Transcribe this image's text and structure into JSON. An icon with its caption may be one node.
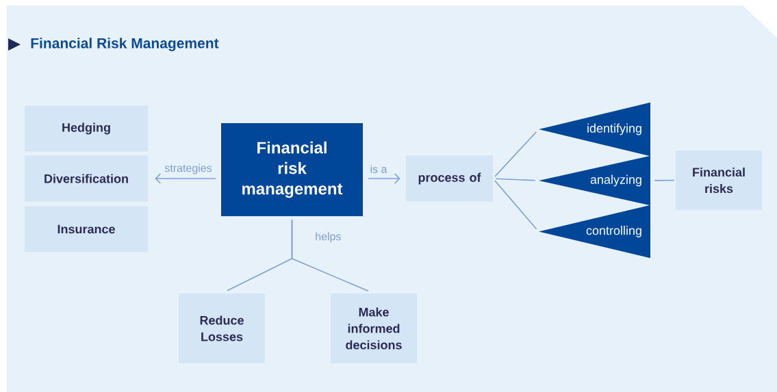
{
  "diagram": {
    "title": "Financial Risk Management",
    "nodes": [
      {
        "text": [
          "Hedging"
        ]
      },
      {
        "text": [
          "Diversification"
        ]
      },
      {
        "text": [
          "Insurance"
        ]
      },
      {
        "text": [
          "Financial risk management"
        ]
      },
      {
        "text": [
          "process of"
        ]
      },
      {
        "text": [
          "identifying"
        ]
      },
      {
        "text": [
          "analyzing"
        ]
      },
      {
        "text": [
          "controlling"
        ]
      },
      {
        "text": [
          "Financial risks"
        ]
      },
      {
        "text": [
          "Reduce Losses"
        ]
      },
      {
        "text": [
          "Make informed decisions"
        ]
      }
    ],
    "edges": [
      {
        "from": 3,
        "to": 1,
        "arrow": "to",
        "label": "strategies"
      },
      {
        "from": 3,
        "to": 4,
        "arrow": "to",
        "label": "is a"
      },
      {
        "from": 4,
        "to": 5,
        "arrow": "none"
      },
      {
        "from": 4,
        "to": 6,
        "arrow": "none"
      },
      {
        "from": 4,
        "to": 7,
        "arrow": "none"
      },
      {
        "from": 6,
        "to": 8,
        "arrow": "none"
      },
      {
        "from": 3,
        "to": 9,
        "arrow": "none",
        "label": "helps"
      },
      {
        "from": 3,
        "to": 10,
        "arrow": "none"
      }
    ]
  }
}
